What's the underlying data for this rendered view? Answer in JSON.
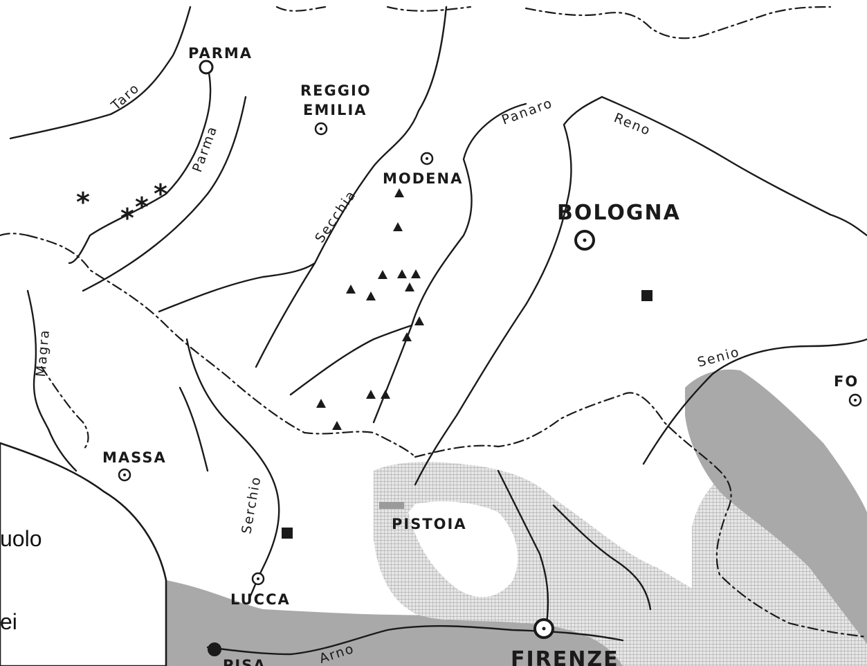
{
  "cities": [
    {
      "id": "parma",
      "label": "PARMA",
      "size": "mid"
    },
    {
      "id": "reggio-emilia",
      "label_line1": "REGGIO",
      "label_line2": "EMILIA",
      "size": "mid"
    },
    {
      "id": "modena",
      "label": "MODENA",
      "size": "mid"
    },
    {
      "id": "bologna",
      "label": "BOLOGNA",
      "size": "big"
    },
    {
      "id": "massa",
      "label": "MASSA",
      "size": "mid"
    },
    {
      "id": "pistoia",
      "label": "PISTOIA",
      "size": "mid"
    },
    {
      "id": "lucca",
      "label": "LUCCA",
      "size": "mid"
    },
    {
      "id": "firenze",
      "label": "FIRENZE",
      "size": "big"
    },
    {
      "id": "forli",
      "label": "FO",
      "size": "mid"
    },
    {
      "id": "pisa",
      "label": "PISA",
      "size": "mid"
    }
  ],
  "rivers": {
    "taro": "Taro",
    "parma": "Parma",
    "secchia": "Secchia",
    "panaro": "Panaro",
    "reno": "Reno",
    "magra": "Magra",
    "serchio": "Serchio",
    "senio": "Senio",
    "arno": "Arno"
  },
  "side_text": [
    "uolo",
    "ei"
  ],
  "colors": {
    "ink": "#1a1a1a",
    "shaded": "#a9a9a9",
    "hatched": "#d2d2d2"
  }
}
